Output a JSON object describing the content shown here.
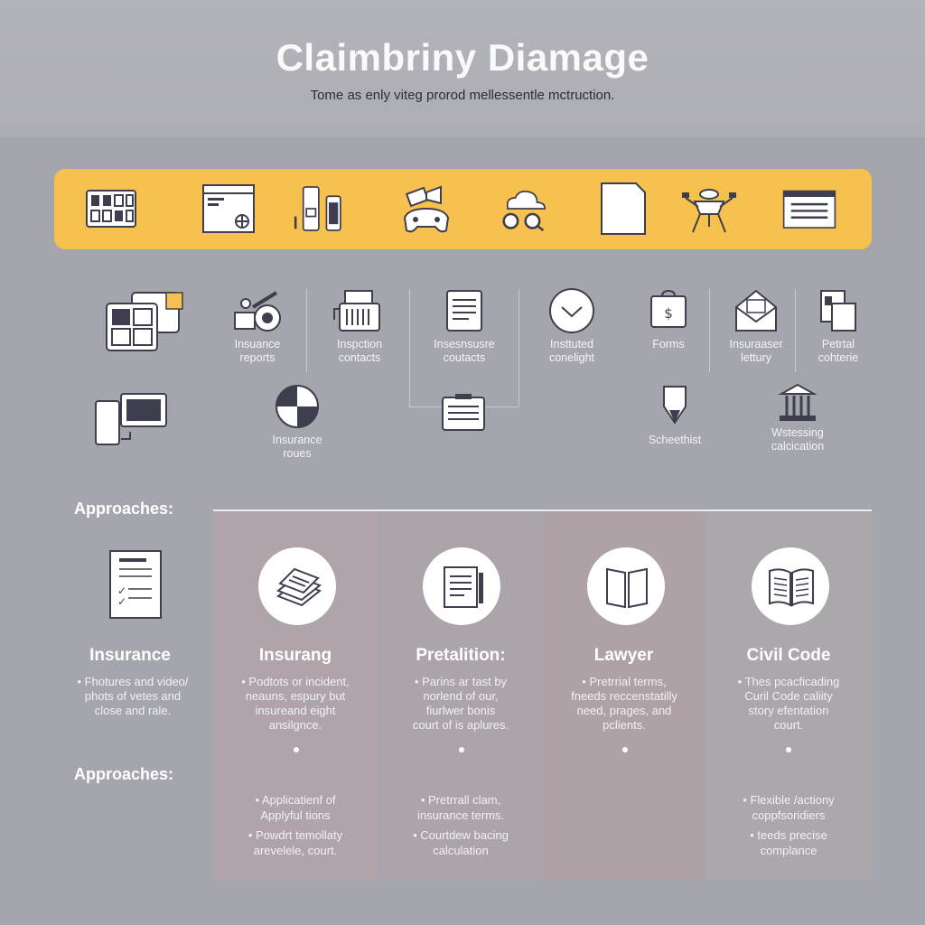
{
  "header": {
    "title": "Claimbriny Diamage",
    "subtitle": "Tome as enly viteg prorod mellessentle mctruction."
  },
  "toolbar": {
    "icons": [
      "grid-icon",
      "browser-window-icon",
      "mobile-devices-icon",
      "gamepad-camera-icon",
      "cloud-search-icon",
      "document-icon",
      "drone-icon",
      "calendar-table-icon"
    ]
  },
  "categories": [
    {
      "icon": "insurance-reports-icon",
      "label_1": "Insuance",
      "label_2": "reports"
    },
    {
      "icon": "inspection-contacts-icon",
      "label_1": "Inspction",
      "label_2": "contacts"
    },
    {
      "icon": "insurance-contacts-icon",
      "label_1": "Insesnsusre",
      "label_2": "coutacts"
    },
    {
      "icon": "instituted-conelight-icon",
      "label_1": "Insttuted",
      "label_2": "conelight"
    },
    {
      "icon": "forms-icon",
      "label_1": "Forms",
      "label_2": ""
    },
    {
      "icon": "insurance-lettury-icon",
      "label_1": "Insuraaser",
      "label_2": "lettury"
    },
    {
      "icon": "petrtal-cohterie-icon",
      "label_1": "Petrtal",
      "label_2": "cohterie"
    },
    {
      "icon": "insurance-routes-icon",
      "label_1": "Insurance",
      "label_2": "roues"
    },
    {
      "icon": "schedule-icon",
      "label_1": "Scheethist",
      "label_2": ""
    },
    {
      "icon": "courthouse-icon",
      "label_1": "Wstessing",
      "label_2": "calcication"
    }
  ],
  "approaches_label": "Approaches:",
  "columns": [
    {
      "title": "Insurance",
      "body": [
        "• Fhotures and video/",
        "phots of vetes and",
        "close and rale."
      ],
      "bullets": []
    },
    {
      "title": "Insurang",
      "body": [
        "• Podtots or incident,",
        "neauns, espury but",
        "insureand eight",
        "ansilgnce."
      ],
      "bullets": [
        [
          "• Applicatienf of",
          "Applyful tions"
        ],
        [
          "• Powdrt temollaty",
          "arevelele, court."
        ]
      ]
    },
    {
      "title": "Pretalition:",
      "body": [
        "• Parins ar tast by",
        "norlend of our,",
        "fiurlwer bonis",
        "court of is aplures."
      ],
      "bullets": [
        [
          "• Pretrrall clam,",
          "insurance terms."
        ],
        [
          "• Courtdew bacing",
          "calculation"
        ]
      ]
    },
    {
      "title": "Lawyer",
      "body": [
        "• Pretrrial terms,",
        "fneeds reccenstatilly",
        "need, prages, and",
        "pclients."
      ],
      "bullets": []
    },
    {
      "title": "Civil Code",
      "body": [
        "• Thes pcacficading",
        "Curil Code caliity",
        "story efentation",
        "court."
      ],
      "bullets": [
        [
          "• Flexible /actiony",
          "coppfsoridiers"
        ],
        [
          "• teeds precise",
          "complance"
        ]
      ]
    }
  ],
  "colors": {
    "accent": "#f7c14f",
    "background": "#a9a9b1",
    "column_tint": "#aea4aa",
    "icon_stroke": "#3d3e4e"
  }
}
